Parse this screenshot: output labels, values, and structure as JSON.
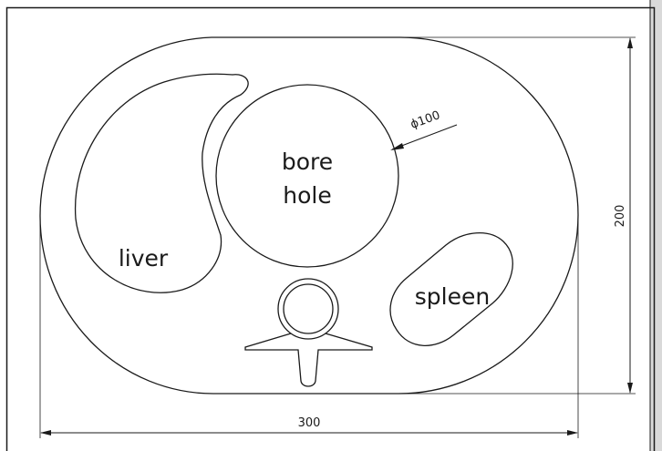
{
  "labels": {
    "liver": "liver",
    "spleen": "spleen",
    "bore_line1": "bore",
    "bore_line2": "hole"
  },
  "dimensions": {
    "diameter": "ϕ100",
    "height": "200",
    "width": "300"
  },
  "colors": {
    "line": "#1a1a1a",
    "frame": "#1a1a1a",
    "background": "#ffffff",
    "edge_strip": "#d9d9d9"
  }
}
